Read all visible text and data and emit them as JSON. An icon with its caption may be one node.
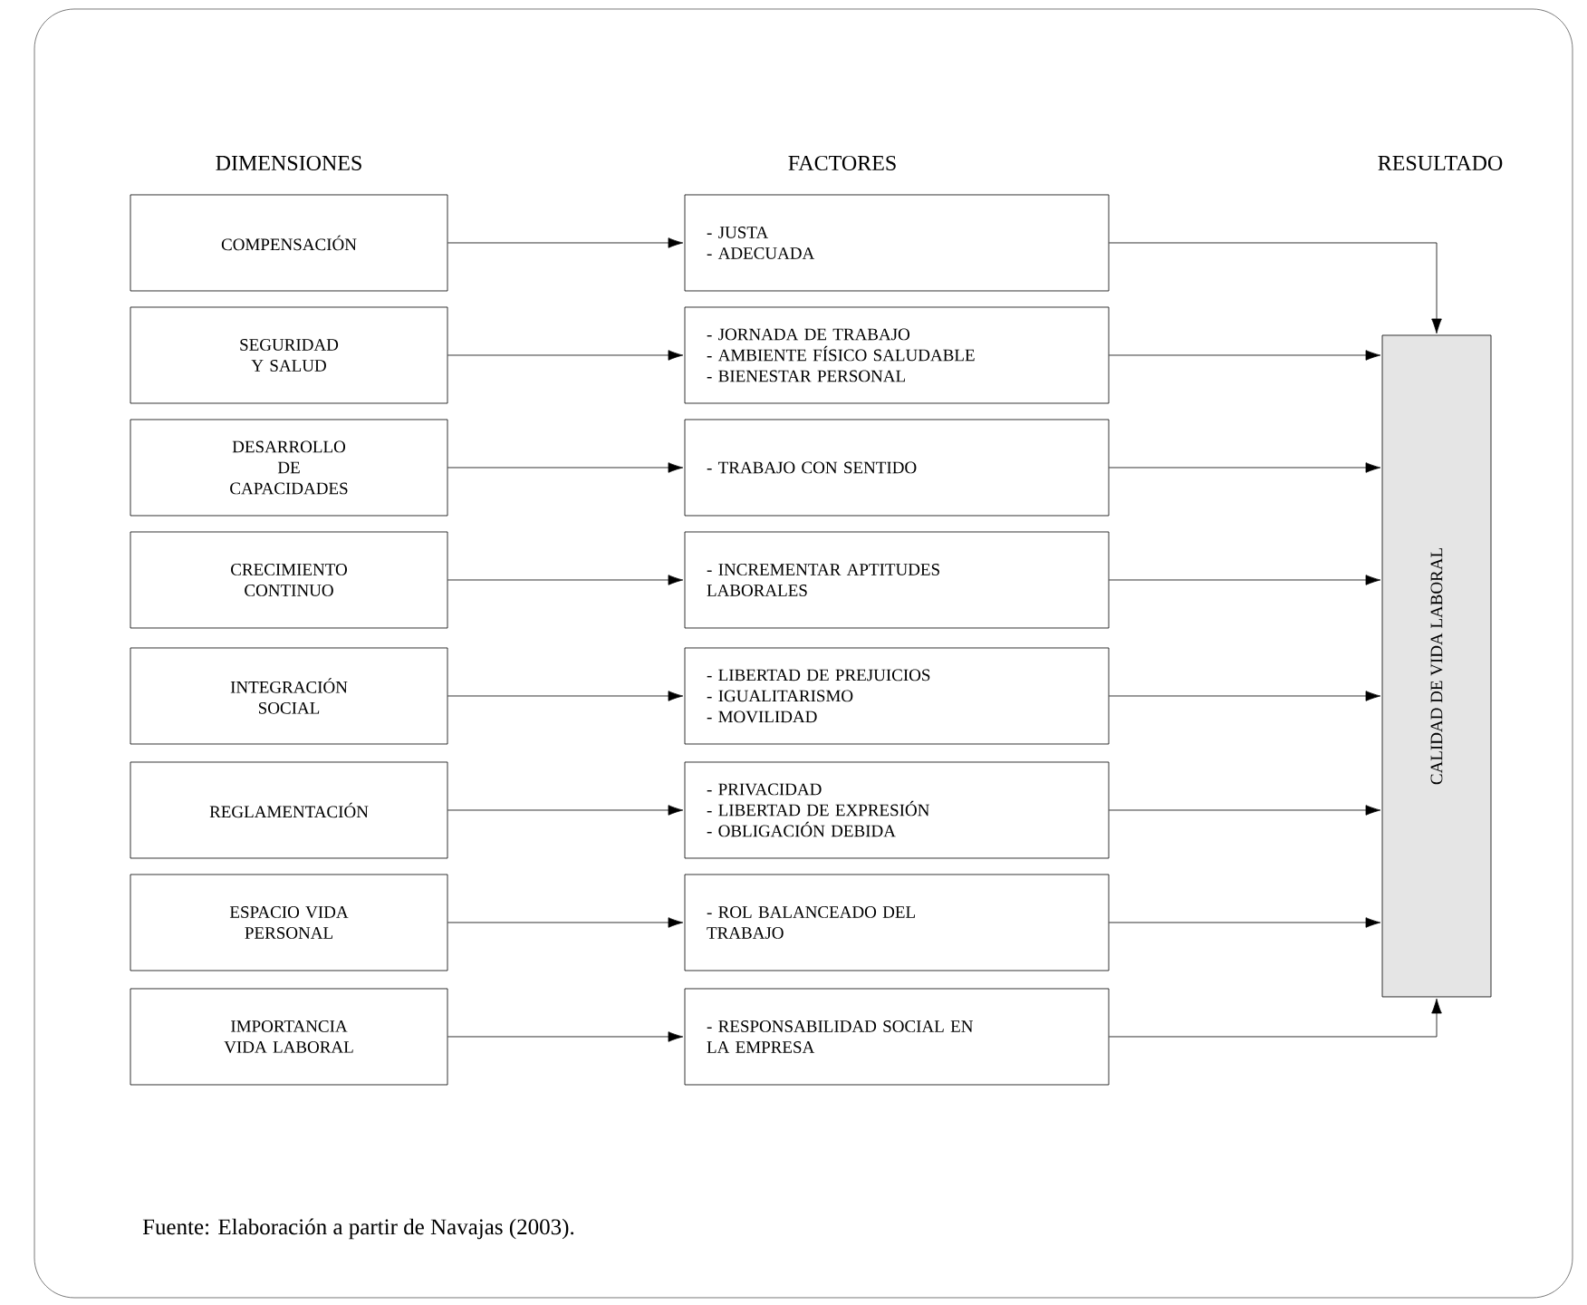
{
  "diagram": {
    "nodes": [
      {
        "text": [
          "COMPENSACIÓN"
        ]
      },
      {
        "text": [
          "SEGURIDAD Y SALUD"
        ]
      },
      {
        "text": [
          "DESARROLLO DE CAPACIDADES"
        ]
      },
      {
        "text": [
          "CRECIMIENTO CONTINUO"
        ]
      },
      {
        "text": [
          "INTEGRACIÓN SOCIAL"
        ]
      },
      {
        "text": [
          "REGLAMENTACIÓN"
        ]
      },
      {
        "text": [
          "ESPACIO VIDA PERSONAL"
        ]
      },
      {
        "text": [
          "IMPORTANCIA VIDA LABORAL"
        ]
      },
      {
        "text": [
          "- JUSTA",
          "- ADECUADA"
        ]
      },
      {
        "text": [
          "- JORNADA DE TRABAJO",
          "- AMBIENTE FÍSICO SALUDABLE",
          "- BIENESTAR PERSONAL"
        ]
      },
      {
        "text": [
          "- TRABAJO CON SENTIDO"
        ]
      },
      {
        "text": [
          "- INCREMENTAR APTITUDES LABORALES"
        ]
      },
      {
        "text": [
          "- LIBERTAD DE PREJUICIOS",
          "- IGUALITARISMO",
          "- MOVILIDAD"
        ]
      },
      {
        "text": [
          "- PRIVACIDAD",
          "- LIBERTAD DE EXPRESIÓN",
          "- OBLIGACIÓN DEBIDA"
        ]
      },
      {
        "text": [
          "- ROL BALANCEADO DEL TRABAJO"
        ]
      },
      {
        "text": [
          "- RESPONSABILIDAD SOCIAL EN LA EMPRESA"
        ]
      },
      {
        "text": [
          "CALIDAD DE VIDA LABORAL"
        ]
      }
    ],
    "edges": [
      {
        "from": 0,
        "to": 8,
        "arrow": "to"
      },
      {
        "from": 1,
        "to": 9,
        "arrow": "to"
      },
      {
        "from": 2,
        "to": 10,
        "arrow": "to"
      },
      {
        "from": 3,
        "to": 11,
        "arrow": "to"
      },
      {
        "from": 4,
        "to": 12,
        "arrow": "to"
      },
      {
        "from": 5,
        "to": 13,
        "arrow": "to"
      },
      {
        "from": 6,
        "to": 14,
        "arrow": "to"
      },
      {
        "from": 7,
        "to": 15,
        "arrow": "to"
      },
      {
        "from": 8,
        "to": 16,
        "arrow": "to"
      },
      {
        "from": 9,
        "to": 16,
        "arrow": "to"
      },
      {
        "from": 10,
        "to": 16,
        "arrow": "to"
      },
      {
        "from": 11,
        "to": 16,
        "arrow": "to"
      },
      {
        "from": 12,
        "to": 16,
        "arrow": "to"
      },
      {
        "from": 13,
        "to": 16,
        "arrow": "to"
      },
      {
        "from": 14,
        "to": 16,
        "arrow": "to"
      },
      {
        "from": 15,
        "to": 16,
        "arrow": "to"
      }
    ],
    "labels": [
      "DIMENSIONES",
      "FACTORES",
      "RESULTADO"
    ],
    "caption": "Fuente: Elaboración a partir de Navajas (2003)."
  }
}
